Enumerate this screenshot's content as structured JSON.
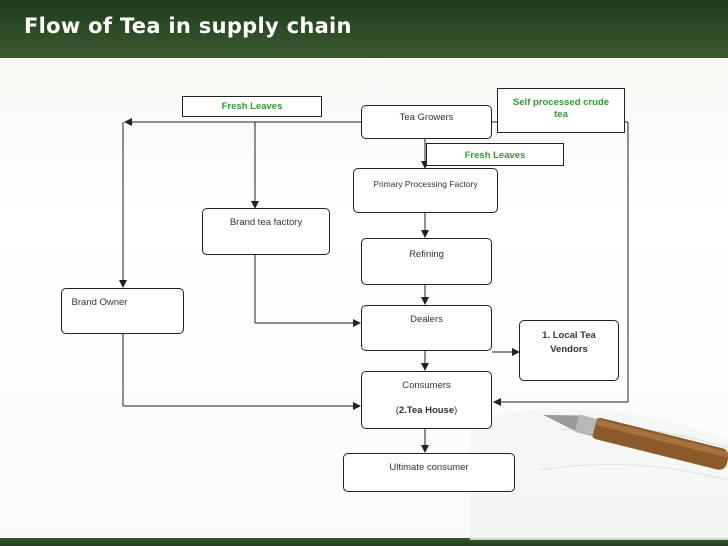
{
  "title": "Flow of Tea in supply chain",
  "boxes": {
    "tea_growers": "Tea Growers",
    "primary_processing": "Primary Processing Factory",
    "refining": "Refining",
    "dealers": "Dealers",
    "consumers": "Consumers",
    "tea_house_open": "(",
    "tea_house": "2.Tea House",
    "tea_house_close": ")",
    "ultimate_consumer": "Ultimate consumer",
    "brand_tea_factory": "Brand tea factory",
    "brand_owner": "Brand Owner",
    "local_tea_vendors_line1": "1. Local Tea",
    "local_tea_vendors_line2": "Vendors"
  },
  "labels": {
    "fresh_leaves_left": "Fresh Leaves",
    "fresh_leaves_right": "Fresh Leaves",
    "self_processed_line1": "Self processed crude",
    "self_processed_line2": "tea"
  },
  "colors": {
    "title_bar": "#2e4d27",
    "label_green": "#2f9a2f",
    "title_text": "#ffffff"
  }
}
